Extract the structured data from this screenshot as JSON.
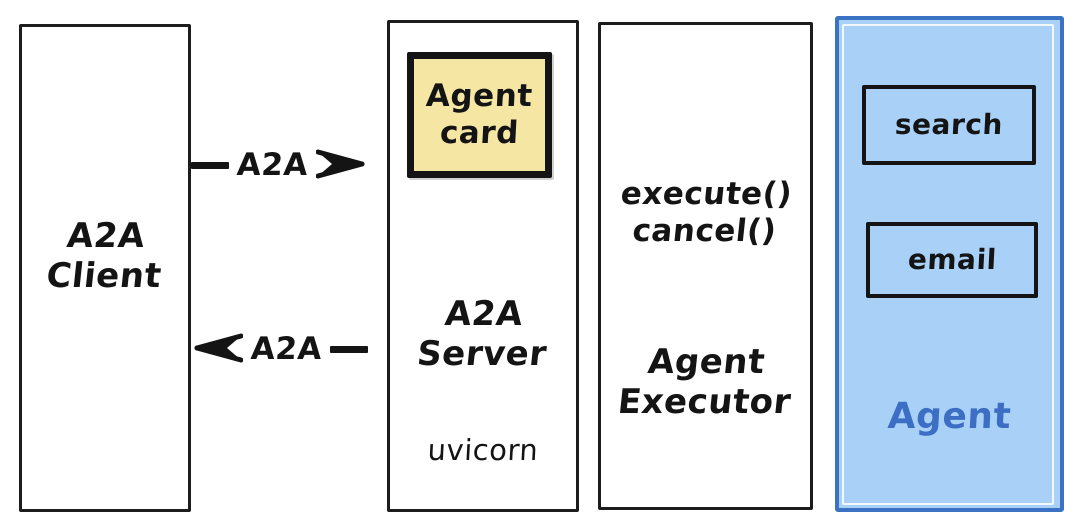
{
  "diagram": {
    "title": "A2A Client / A2A Server / Agent Executor / Agent architecture",
    "colors": {
      "stroke": "#141414",
      "agent_card_fill": "#f6e6a4",
      "agent_box_fill": "#a9d1f7",
      "agent_box_border": "#3c72c3",
      "agent_text": "#3c6fc4",
      "background": "#ffffff"
    }
  },
  "nodes": {
    "client": {
      "line1": "A2A",
      "line2": "Client"
    },
    "server": {
      "card_line1": "Agent",
      "card_line2": "card",
      "line1": "A2A",
      "line2": "Server",
      "runtime": "uvicorn"
    },
    "executor": {
      "method1": "execute()",
      "method2": "cancel()",
      "line1": "Agent",
      "line2": "Executor"
    },
    "agent": {
      "skill1": "search",
      "skill2": "email",
      "label": "Agent"
    }
  },
  "edges": {
    "request": {
      "label": "A2A",
      "direction": "right",
      "from": "A2A Client",
      "to": "A2A Server"
    },
    "response": {
      "label": "A2A",
      "direction": "left",
      "from": "A2A Server",
      "to": "A2A Client"
    }
  }
}
